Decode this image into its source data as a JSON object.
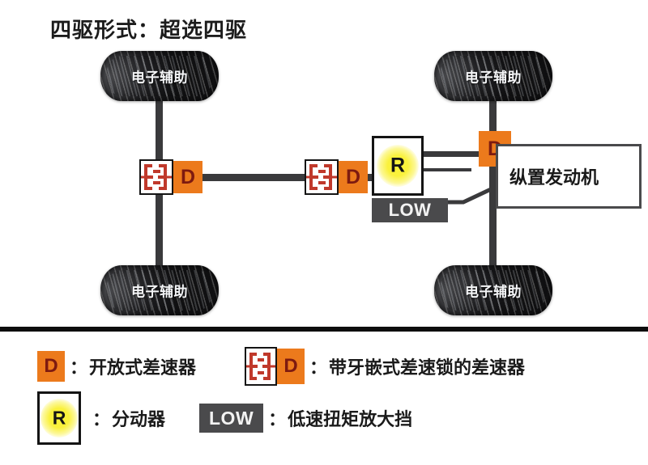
{
  "title": "四驱形式：超选四驱",
  "colors": {
    "differential_orange": "#ec7a1c",
    "differential_letter": "#7d1a10",
    "lock_glyph_red": "#c0392b",
    "shaft_gray": "#3a3a3c",
    "low_badge_gray": "#4a4a4c",
    "transfer_glow_yellow": "#faf13c",
    "tire_black": "#1a1a1d",
    "separator_black": "#0d0d0d"
  },
  "drivetrain": {
    "tires": [
      {
        "id": "front-left",
        "label": "电子辅助"
      },
      {
        "id": "front-right",
        "label": "电子辅助"
      },
      {
        "id": "rear-left",
        "label": "电子辅助"
      },
      {
        "id": "rear-right",
        "label": "电子辅助"
      }
    ],
    "front_differential": {
      "letter": "D",
      "has_lock": true
    },
    "center_differential": {
      "letter": "D",
      "has_lock": true
    },
    "rear_differential": {
      "letter": "D",
      "has_lock": false
    },
    "transfer_case": {
      "letter": "R",
      "low_label": "LOW"
    },
    "engine": {
      "label": "纵置发动机"
    }
  },
  "legend": {
    "rows": [
      {
        "items": [
          {
            "icon": "open-differential",
            "letter": "D",
            "colon": "：",
            "text": "开放式差速器"
          },
          {
            "icon": "locking-differential",
            "letter": "D",
            "colon": "：",
            "text": "带牙嵌式差速锁的差速器"
          }
        ]
      },
      {
        "items": [
          {
            "icon": "transfer-case",
            "letter": "R",
            "colon": "：",
            "text": "分动器"
          },
          {
            "icon": "low-range",
            "letter": "LOW",
            "colon": "：",
            "text": "低速扭矩放大挡"
          }
        ]
      }
    ]
  }
}
